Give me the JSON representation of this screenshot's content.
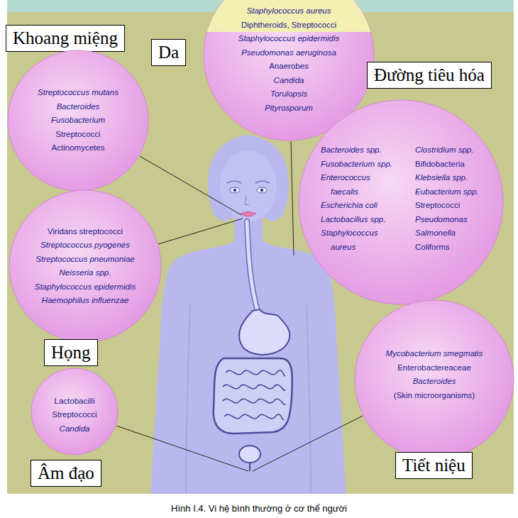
{
  "diagram": {
    "caption": "Hình I.4. Vi hệ bình thường ở cơ thể người",
    "nodes": [
      {
        "text": [
          "Khoang miệng"
        ]
      },
      {
        "text": [
          "Da"
        ]
      },
      {
        "text": [
          "Staphylococcus aureus",
          "Diphtheroids, Streptococci",
          "Staphylococcus epidermidis",
          "Pseudomonas aeruginosa",
          "Anaerobes",
          "Candida",
          "Torulopsis",
          "Pityrosporum"
        ]
      },
      {
        "text": [
          "Streptococcus mutans",
          "Bacteroides",
          "Fusobacterium",
          "Streptococci",
          "Actinomycetes"
        ]
      },
      {
        "text": [
          "Đường tiêu hóa"
        ]
      },
      {
        "text": [
          "Bacteroides spp.",
          "Fusobacterium spp.",
          "Enterococcus faecalis",
          "Escherichia coli",
          "Lactobacillus spp.",
          "Staphylococcus aureus",
          "Clostridium spp.",
          "Bifidobacteria",
          "Klebsiella spp.",
          "Eubacterium spp.",
          "Streptococci",
          "Pseudomonas",
          "Salmonella",
          "Coliforms"
        ]
      },
      {
        "text": [
          "Viridans streptococci",
          "Streptococcus pyogenes",
          "Streptococcus pneumoniae",
          "Neisseria spp.",
          "Staphylococcus epidermidis",
          "Haemophilus influenzae"
        ]
      },
      {
        "text": [
          "Họng"
        ]
      },
      {
        "text": [
          "Mycobacterium smegmatis",
          "Enterobactereaceae",
          "Bacteroides",
          "(Skin microorganisms)"
        ]
      },
      {
        "text": [
          "Lactobacilli",
          "Streptococci",
          "Candida"
        ]
      },
      {
        "text": [
          "Tiết niệu"
        ]
      },
      {
        "text": [
          "Âm đạo"
        ]
      }
    ]
  }
}
